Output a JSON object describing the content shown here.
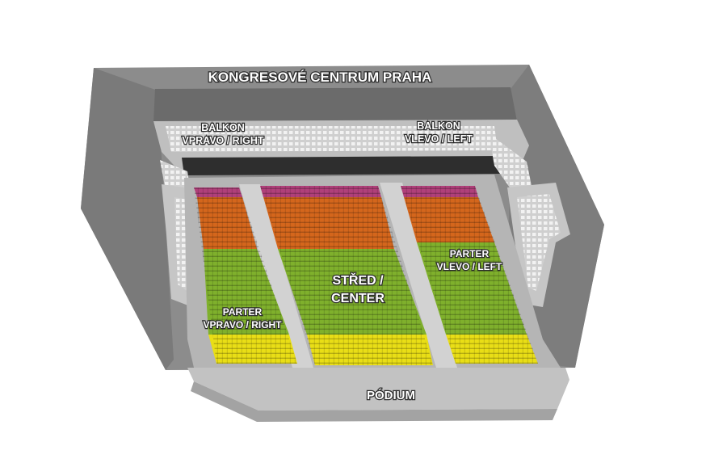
{
  "venue": {
    "title": "KONGRESOVÉ CENTRUM PRAHA",
    "stage_label": "PÓDIUM"
  },
  "sections": {
    "balcony_right": {
      "line1": "BALKON",
      "line2": "VPRAVO / RIGHT"
    },
    "balcony_left": {
      "line1": "BALKON",
      "line2": "VLEVO / LEFT"
    },
    "center": {
      "line1": "STŘED /",
      "line2": "CENTER"
    },
    "parterre_right": {
      "line1": "PARTER",
      "line2": "VPRAVO / RIGHT"
    },
    "parterre_left": {
      "line1": "PARTER",
      "line2": "VLEVO / LEFT"
    }
  },
  "colors": {
    "shell": "#8e8e8e",
    "shell_dark": "#6f6f6f",
    "floor": "#b3b3b3",
    "stage": "#bdbdbd",
    "seat_magenta": "#b0407a",
    "seat_orange": "#d4661c",
    "seat_green": "#7fb02c",
    "seat_yellow": "#e9de16",
    "balcony_seats": "#d9d9d9"
  }
}
